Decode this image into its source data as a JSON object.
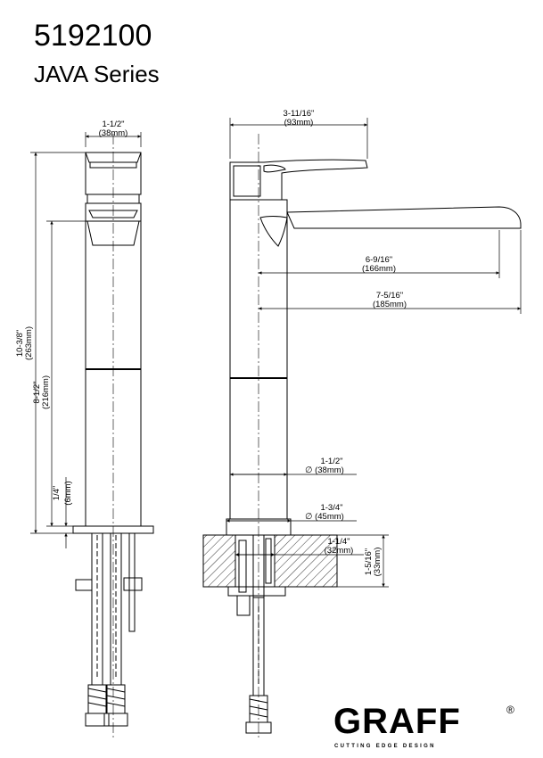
{
  "header": {
    "model_number": "5192100",
    "series": "JAVA Series"
  },
  "front_view": {
    "top_width": {
      "imperial": "1-1/2\"",
      "metric": "(38mm)"
    },
    "overall_height": {
      "imperial": "10-3/8\"",
      "metric": "(263mm)"
    },
    "spout_height": {
      "imperial": "8-1/2\"",
      "metric": "(216mm)"
    },
    "base_height": {
      "imperial": "1/4\"",
      "metric": "(6mm)"
    }
  },
  "side_view": {
    "handle_width": {
      "imperial": "3-11/16\"",
      "metric": "(93mm)"
    },
    "spout_reach_inner": {
      "imperial": "6-9/16\"",
      "metric": "(166mm)"
    },
    "spout_reach_outer": {
      "imperial": "7-5/16\"",
      "metric": "(185mm)"
    },
    "body_diameter": {
      "imperial": "1-1/2\"",
      "metric": "∅ (38mm)"
    },
    "base_diameter": {
      "imperial": "1-3/4\"",
      "metric": "∅ (45mm)"
    },
    "mounting_hole": {
      "imperial": "1-1/4\"",
      "metric": "(32mm)"
    },
    "deck_thickness": {
      "imperial": "1-5/16\"",
      "metric": "(33mm)"
    }
  },
  "brand": {
    "logo_text": "GRAFF",
    "registered_mark": "®",
    "tagline": "CUTTING EDGE DESIGN"
  }
}
